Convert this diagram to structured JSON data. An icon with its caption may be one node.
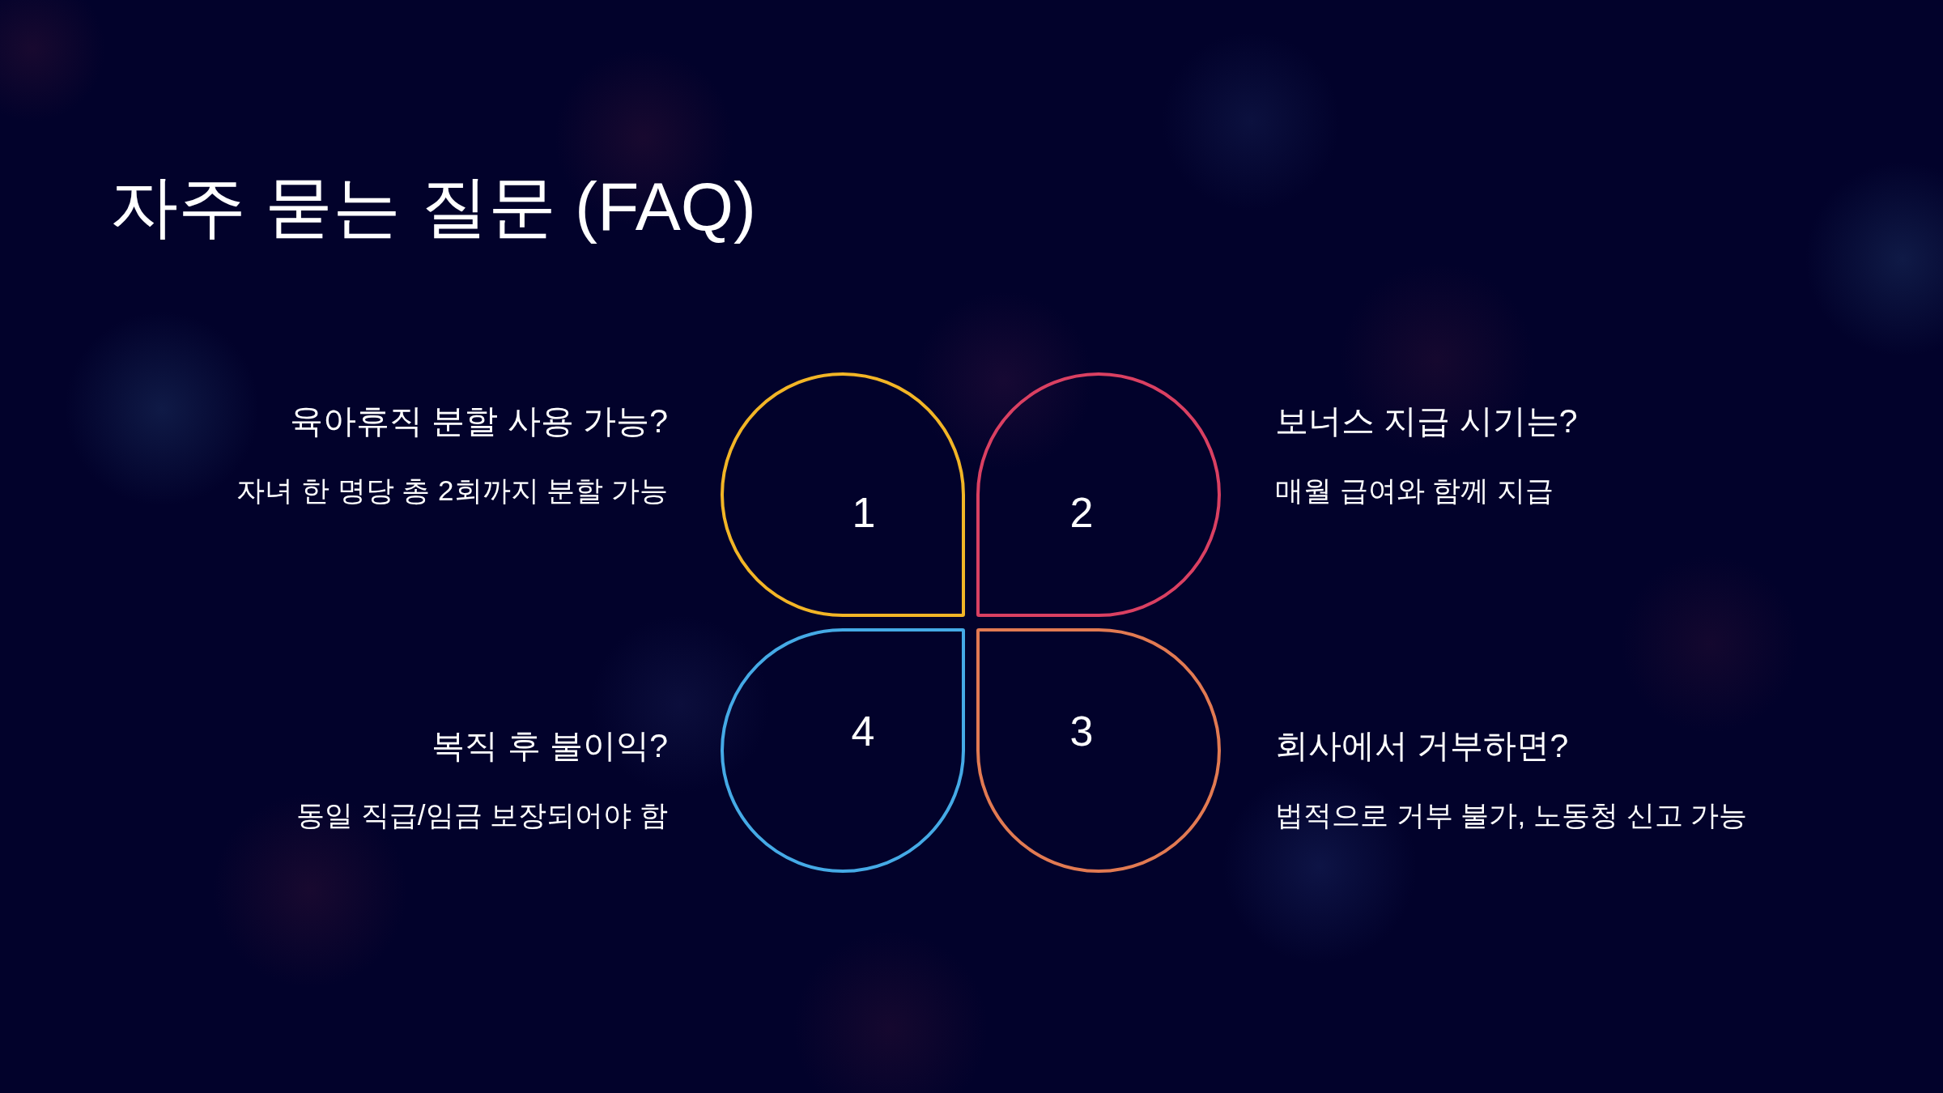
{
  "diagram": {
    "title": "자주 묻는 질문 (FAQ)",
    "nodes": [
      {
        "text": [
          "1"
        ],
        "beside": [
          "육아휴직 분할 사용 가능?",
          "자녀 한 명당 총 2회까지 분할 가능"
        ]
      },
      {
        "text": [
          "2"
        ],
        "beside": [
          "보너스 지급 시기는?",
          "매월 급여와 함께 지급"
        ]
      },
      {
        "text": [
          "3"
        ],
        "beside": [
          "회사에서 거부하면?",
          "법적으로 거부 불가, 노동청 신고 가능"
        ]
      },
      {
        "text": [
          "4"
        ],
        "beside": [
          "복직 후 불이익?",
          "동일 직급/임금 보장되어야 함"
        ]
      }
    ]
  }
}
